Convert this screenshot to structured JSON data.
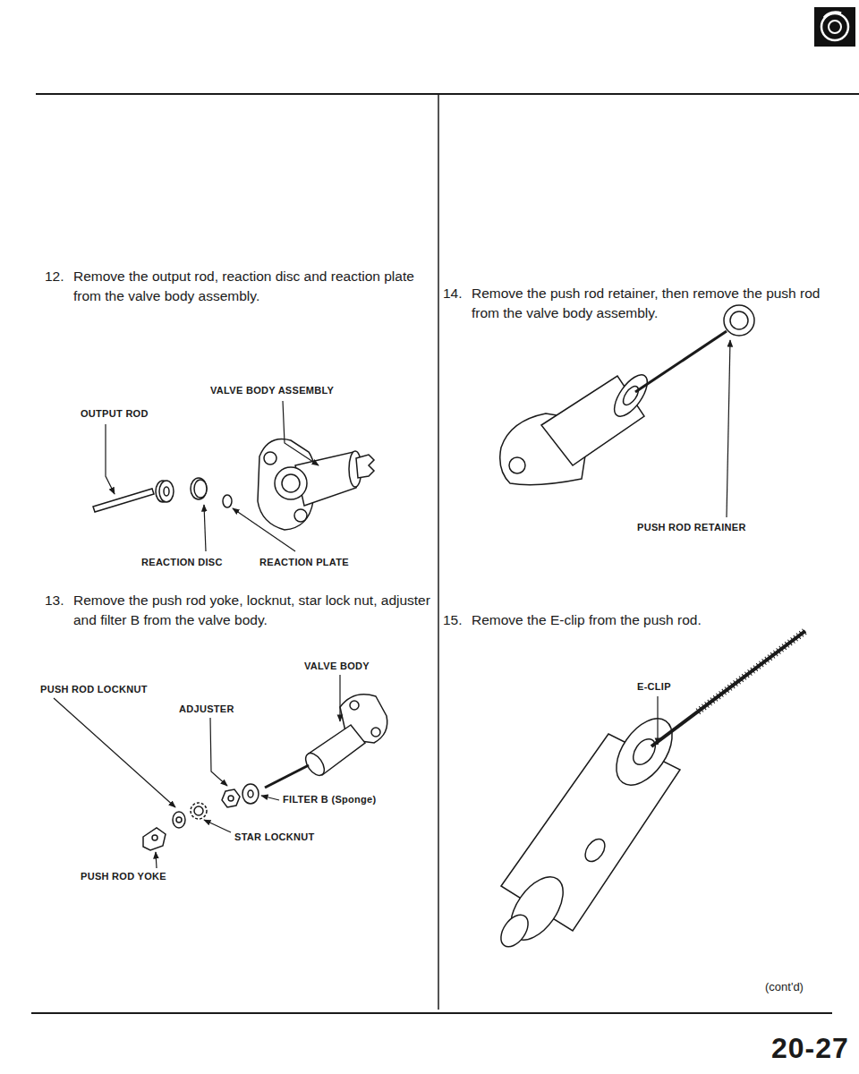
{
  "diagram": {
    "labels": [
      "12.",
      "Remove the output rod, reaction disc and reaction plate from the valve body assembly.",
      "VALVE BODY ASSEMBLY",
      "OUTPUT ROD",
      "REACTION DISC",
      "REACTION PLATE",
      "13.",
      "Remove the push rod yoke, locknut, star lock nut, adjuster and filter B from the valve body.",
      "VALVE BODY",
      "PUSH ROD LOCKNUT",
      "ADJUSTER",
      "FILTER B (Sponge)",
      "STAR LOCKNUT",
      "PUSH ROD YOKE",
      "14.",
      "Remove the push rod retainer, then remove the push rod from the valve body assembly.",
      "PUSH ROD RETAINER",
      "15.",
      "Remove the E-clip from the push rod.",
      "E-CLIP",
      "(cont'd)",
      "20-27"
    ]
  }
}
